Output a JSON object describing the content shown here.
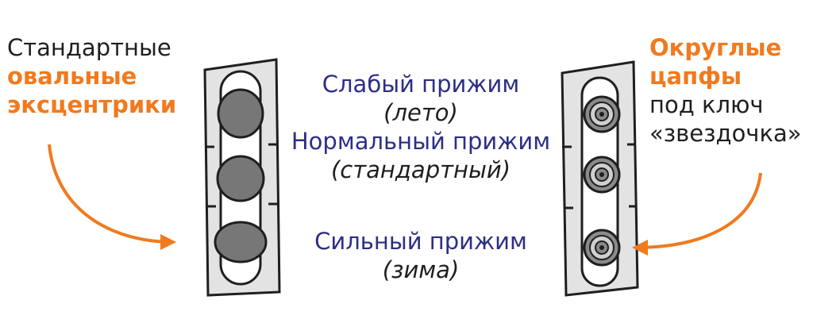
{
  "left_caption": {
    "line1": "Стандартные",
    "line2": "овальные",
    "line3": "эксцентрики"
  },
  "right_caption": {
    "line1": "Округлые",
    "line2": "цапфы",
    "line3": "под ключ",
    "line4": "«звездочка»"
  },
  "positions": [
    {
      "label": "Слабый прижим",
      "note": "(лето)"
    },
    {
      "label": "Нормальный прижим",
      "note": "(стандартный)"
    },
    {
      "label": "Сильный прижим",
      "note": "(зима)"
    }
  ],
  "colors": {
    "accent": "#f07a1e",
    "navy": "#2c2f86",
    "text": "#1f1f1f"
  }
}
